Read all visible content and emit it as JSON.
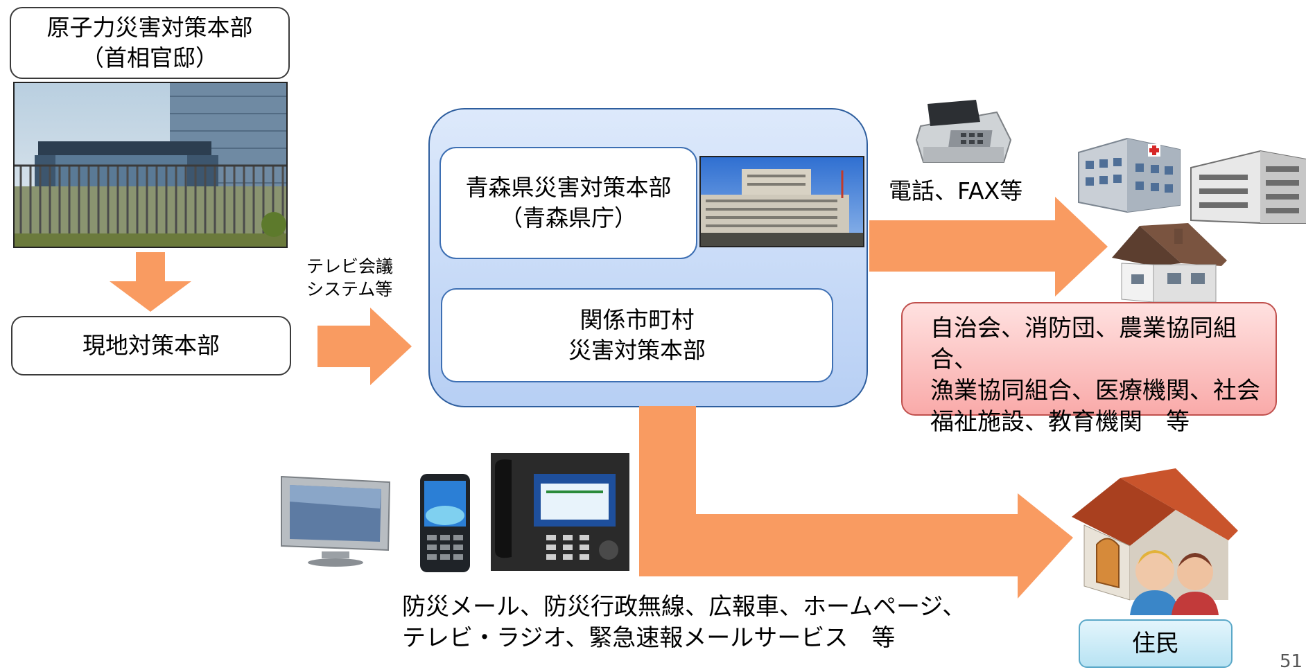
{
  "hq": {
    "line1": "原子力災害対策本部",
    "line2": "（首相官邸）"
  },
  "local_hq": {
    "label": "現地対策本部"
  },
  "tv_conf": {
    "line1": "テレビ会議",
    "line2": "システム等"
  },
  "prefecture": {
    "line1": "青森県災害対策本部",
    "line2": "（青森県庁）"
  },
  "municipal": {
    "line1": "関係市町村",
    "line2": "災害対策本部"
  },
  "phone_fax": {
    "label": "電話、FAX等"
  },
  "organizations": {
    "line1": "自治会、消防団、農業協同組合、",
    "line2": "漁業協同組合、医療機関、社会",
    "line3": "福祉施設、教育機関　等"
  },
  "media": {
    "line1": "防災メール、防災行政無線、広報車、ホームページ、",
    "line2": "テレビ・ラジオ、緊急速報メールサービス　等"
  },
  "residents": {
    "label": "住民"
  },
  "page_number": "51",
  "colors": {
    "arrow": "#f99b61",
    "container_border": "#2e5e9e",
    "org_fill": "#f9aaa9",
    "resident_fill": "#b8e3f3"
  },
  "icons": [
    "government-building-photo",
    "prefecture-office-photo",
    "fax-machine-icon",
    "hospital-icon",
    "office-building-icon",
    "house-icon",
    "tv-monitor-icon",
    "mobile-phone-icon",
    "ip-phone-icon",
    "residents-house-icon"
  ]
}
